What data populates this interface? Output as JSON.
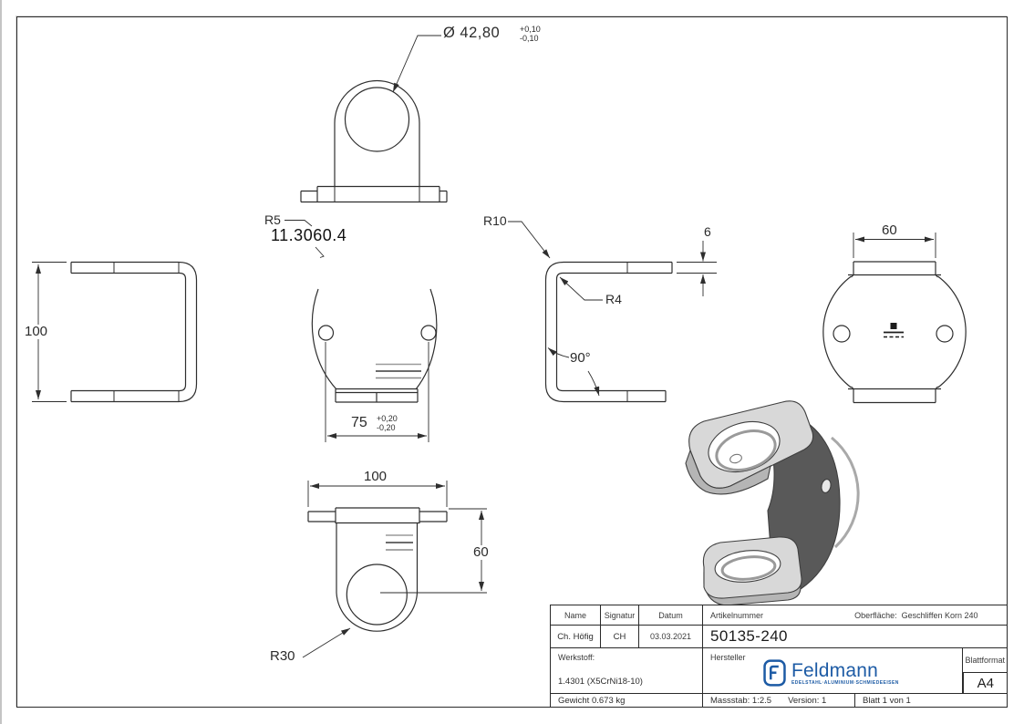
{
  "colors": {
    "line": "#2e2e2e",
    "brand_blue": "#1d5ba5",
    "part_light": "#d8d8d8",
    "part_mid": "#b5b5b5",
    "part_dark": "#595959"
  },
  "annotations": {
    "hole_diameter": {
      "text": "Ø 42,80",
      "tol_plus": "+0,10",
      "tol_minus": "-0,10"
    },
    "radius_r5": "R5",
    "stamp_number": "11.3060.4",
    "radius_r10": "R10",
    "radius_r4": "R4",
    "thickness": "6",
    "bend_angle": "90°",
    "overall_height": "100",
    "hole_spacing": {
      "text": "75",
      "tol_plus": "+0,20",
      "tol_minus": "-0,20"
    },
    "base_width": "100",
    "center_height": "60",
    "radius_r30": "R30",
    "tab_width": "60"
  },
  "title_block": {
    "name_label": "Name",
    "signatur_label": "Signatur",
    "datum_label": "Datum",
    "name": "Ch. Höfig",
    "signatur": "CH",
    "datum": "03.03.2021",
    "artikelnummer_label": "Artikelnummer",
    "artikelnummer": "50135-240",
    "oberflaeche_label": "Oberfläche:",
    "oberflaeche_value": "Geschliffen Korn 240",
    "werkstoff_label": "Werkstoff:",
    "werkstoff_value": "1.4301 (X5CrNi18-10)",
    "hersteller_label": "Hersteller",
    "logo": {
      "brand": "Feldmann",
      "tagline": "EDELSTAHL·ALUMINIUM·SCHMIEDEEISEN"
    },
    "blattformat_label": "Blattformat",
    "blattformat_value": "A4",
    "gewicht": "Gewicht 0.673 kg",
    "massstab": "Massstab: 1:2.5",
    "version": "Version: 1",
    "blatt": "Blatt 1 von 1"
  }
}
